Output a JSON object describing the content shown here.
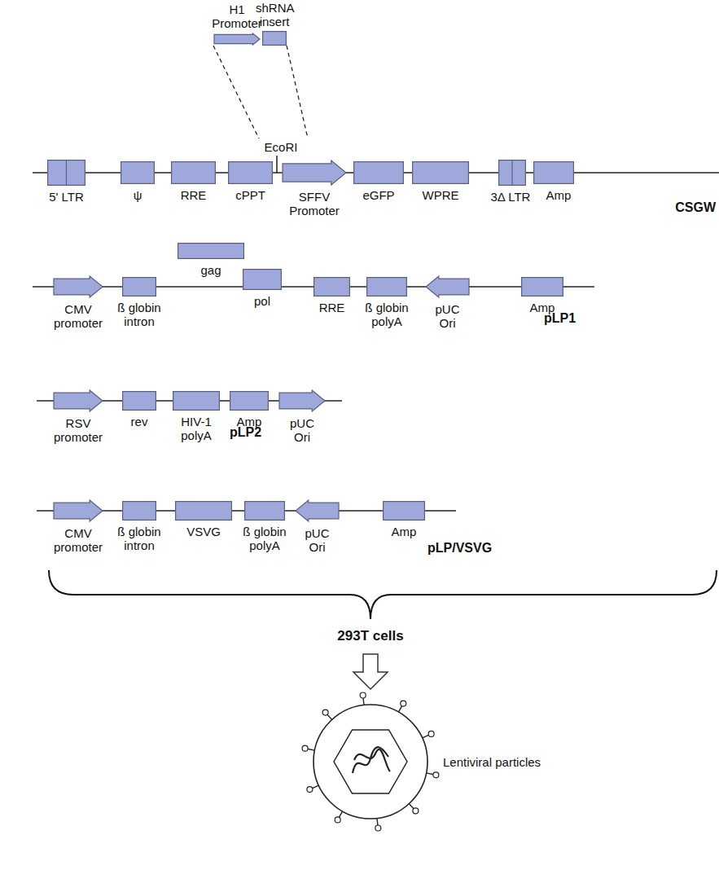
{
  "diagram": {
    "nodes": [
      {
        "text": [
          "H1 Promoter"
        ]
      },
      {
        "text": [
          "shRNA insert"
        ]
      },
      {
        "text": [
          "5' LTR"
        ]
      },
      {
        "text": [
          "ψ"
        ]
      },
      {
        "text": [
          "RRE"
        ]
      },
      {
        "text": [
          "cPPT"
        ]
      },
      {
        "text": [
          "SFFV Promoter"
        ]
      },
      {
        "text": [
          "eGFP"
        ]
      },
      {
        "text": [
          "WPRE"
        ]
      },
      {
        "text": [
          "3Δ LTR"
        ]
      },
      {
        "text": [
          "Amp"
        ]
      },
      {
        "text": [
          "CMV promoter"
        ]
      },
      {
        "text": [
          "ß globin intron"
        ]
      },
      {
        "text": [
          "gag"
        ]
      },
      {
        "text": [
          "pol"
        ]
      },
      {
        "text": [
          "RRE"
        ]
      },
      {
        "text": [
          "ß globin polyA"
        ]
      },
      {
        "text": [
          "pUC Ori"
        ]
      },
      {
        "text": [
          "Amp"
        ]
      },
      {
        "text": [
          "RSV promoter"
        ]
      },
      {
        "text": [
          "rev"
        ]
      },
      {
        "text": [
          "HIV-1 polyA"
        ]
      },
      {
        "text": [
          "Amp"
        ]
      },
      {
        "text": [
          "pUC Ori"
        ]
      },
      {
        "text": [
          "CMV promoter"
        ]
      },
      {
        "text": [
          "ß globin intron"
        ]
      },
      {
        "text": [
          "VSVG"
        ]
      },
      {
        "text": [
          "ß globin polyA"
        ]
      },
      {
        "text": [
          "pUC Ori"
        ]
      },
      {
        "text": [
          "Amp"
        ]
      },
      {
        "text": [
          "Lentiviral particles"
        ]
      }
    ],
    "labels": [
      "EcoRI",
      "CSGW",
      "pLP1",
      "pLP2",
      "pLP/VSVG",
      "293T cells"
    ]
  }
}
